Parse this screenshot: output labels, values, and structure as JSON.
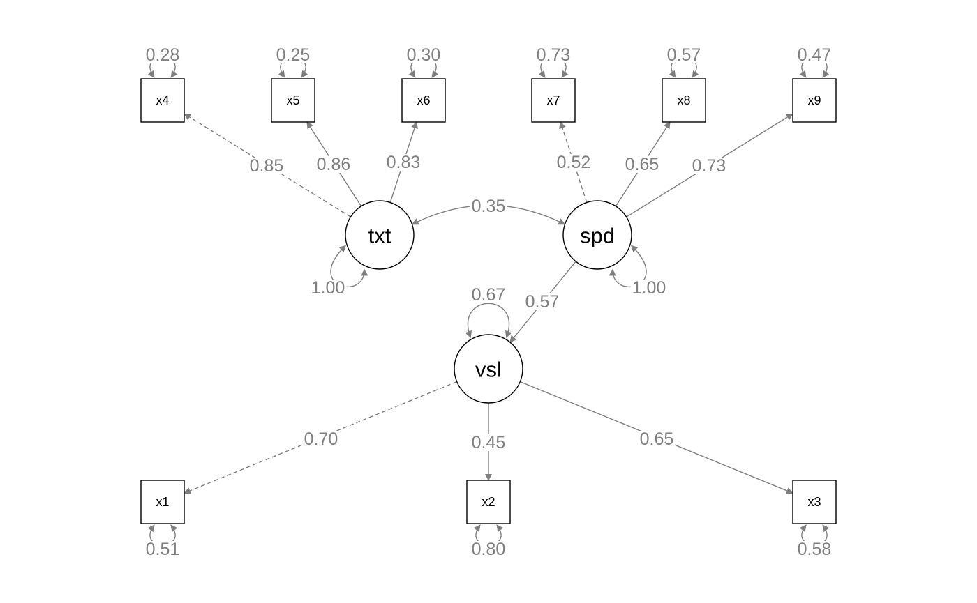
{
  "latent_nodes": [
    {
      "id": "txt",
      "label": "txt"
    },
    {
      "id": "spd",
      "label": "spd"
    },
    {
      "id": "vsl",
      "label": "vsl"
    }
  ],
  "observed_nodes": [
    {
      "id": "x4",
      "label": "x4"
    },
    {
      "id": "x5",
      "label": "x5"
    },
    {
      "id": "x6",
      "label": "x6"
    },
    {
      "id": "x7",
      "label": "x7"
    },
    {
      "id": "x8",
      "label": "x8"
    },
    {
      "id": "x9",
      "label": "x9"
    },
    {
      "id": "x1",
      "label": "x1"
    },
    {
      "id": "x2",
      "label": "x2"
    },
    {
      "id": "x3",
      "label": "x3"
    }
  ],
  "loadings": [
    {
      "from": "txt",
      "to": "x4",
      "value": "0.85",
      "fixed": true
    },
    {
      "from": "txt",
      "to": "x5",
      "value": "0.86",
      "fixed": false
    },
    {
      "from": "txt",
      "to": "x6",
      "value": "0.83",
      "fixed": false
    },
    {
      "from": "spd",
      "to": "x7",
      "value": "0.52",
      "fixed": true
    },
    {
      "from": "spd",
      "to": "x8",
      "value": "0.65",
      "fixed": false
    },
    {
      "from": "spd",
      "to": "x9",
      "value": "0.73",
      "fixed": false
    },
    {
      "from": "vsl",
      "to": "x1",
      "value": "0.70",
      "fixed": true
    },
    {
      "from": "vsl",
      "to": "x2",
      "value": "0.45",
      "fixed": false
    },
    {
      "from": "vsl",
      "to": "x3",
      "value": "0.65",
      "fixed": false
    }
  ],
  "regressions": [
    {
      "from": "spd",
      "to": "vsl",
      "value": "0.57"
    }
  ],
  "covariances": [
    {
      "between": [
        "txt",
        "spd"
      ],
      "value": "0.35"
    }
  ],
  "variances": {
    "x4": "0.28",
    "x5": "0.25",
    "x6": "0.30",
    "x7": "0.73",
    "x8": "0.57",
    "x9": "0.47",
    "x1": "0.51",
    "x2": "0.80",
    "x3": "0.58",
    "txt": "1.00",
    "spd": "1.00",
    "vsl": "0.67"
  },
  "colors": {
    "edge": "#7f7f7f",
    "node_stroke": "#000000",
    "background": "#ffffff"
  }
}
